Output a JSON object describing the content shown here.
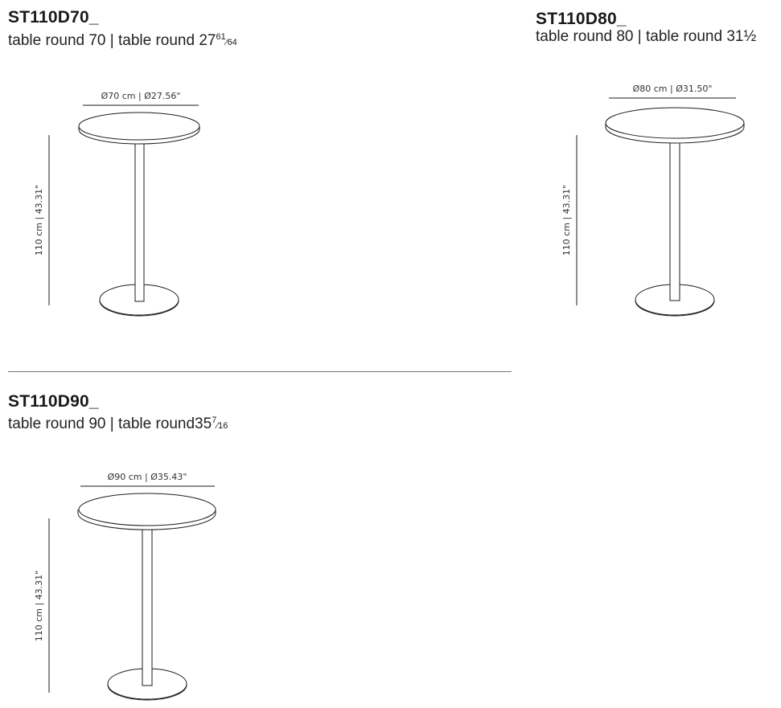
{
  "stroke_color": "#1e1e1e",
  "products": [
    {
      "code": "ST110D70_",
      "desc_prefix": "table round 70 | table round 27",
      "frac_num": "61",
      "frac_den": "64",
      "diameter_label": "Ø70 cm | Ø27.56\"",
      "height_label": "110 cm | 43.31\""
    },
    {
      "code": "ST110D80_",
      "desc_prefix": "table round 80 | table round 31½",
      "frac_num": "",
      "frac_den": "",
      "diameter_label": "Ø80 cm | Ø31.50\"",
      "height_label": "110 cm | 43.31\""
    },
    {
      "code": "ST110D90_",
      "desc_prefix": "table round 90 | table round35",
      "frac_num": "7",
      "frac_den": "16",
      "diameter_label": "Ø90 cm | Ø35.43\"",
      "height_label": "110 cm | 43.31\""
    }
  ]
}
